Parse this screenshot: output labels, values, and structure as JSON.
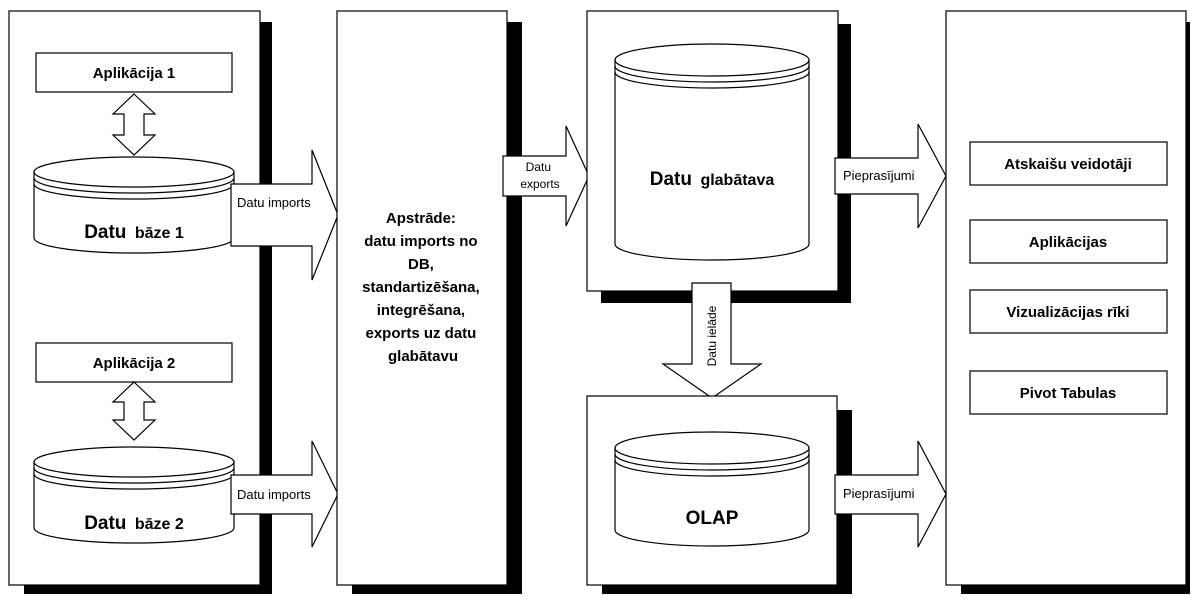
{
  "sources": {
    "app1": "Aplikācija 1",
    "app2": "Aplikācija 2",
    "db1": {
      "main": "Datu",
      "sub": "bāze 1"
    },
    "db2": {
      "main": "Datu",
      "sub": "bāze 2"
    }
  },
  "flows": {
    "import1": "Datu imports",
    "import2": "Datu imports",
    "export_line1": "Datu",
    "export_line2": "exports",
    "load": "Datu ielāde",
    "queries1": "Pieprasījumi",
    "queries2": "Pieprasījumi"
  },
  "processing": {
    "lines": [
      "Apstrāde:",
      "datu imports no",
      "DB,",
      "standartizēšana,",
      "integrēšana,",
      "exports uz datu",
      "glabātavu"
    ]
  },
  "warehouse": {
    "main": "Datu",
    "sub": "glabātava"
  },
  "olap": "OLAP",
  "tools": [
    "Atskaišu veidotāji",
    "Aplikācijas",
    "Vizualizācijas rīki",
    "Pivot Tabulas"
  ]
}
